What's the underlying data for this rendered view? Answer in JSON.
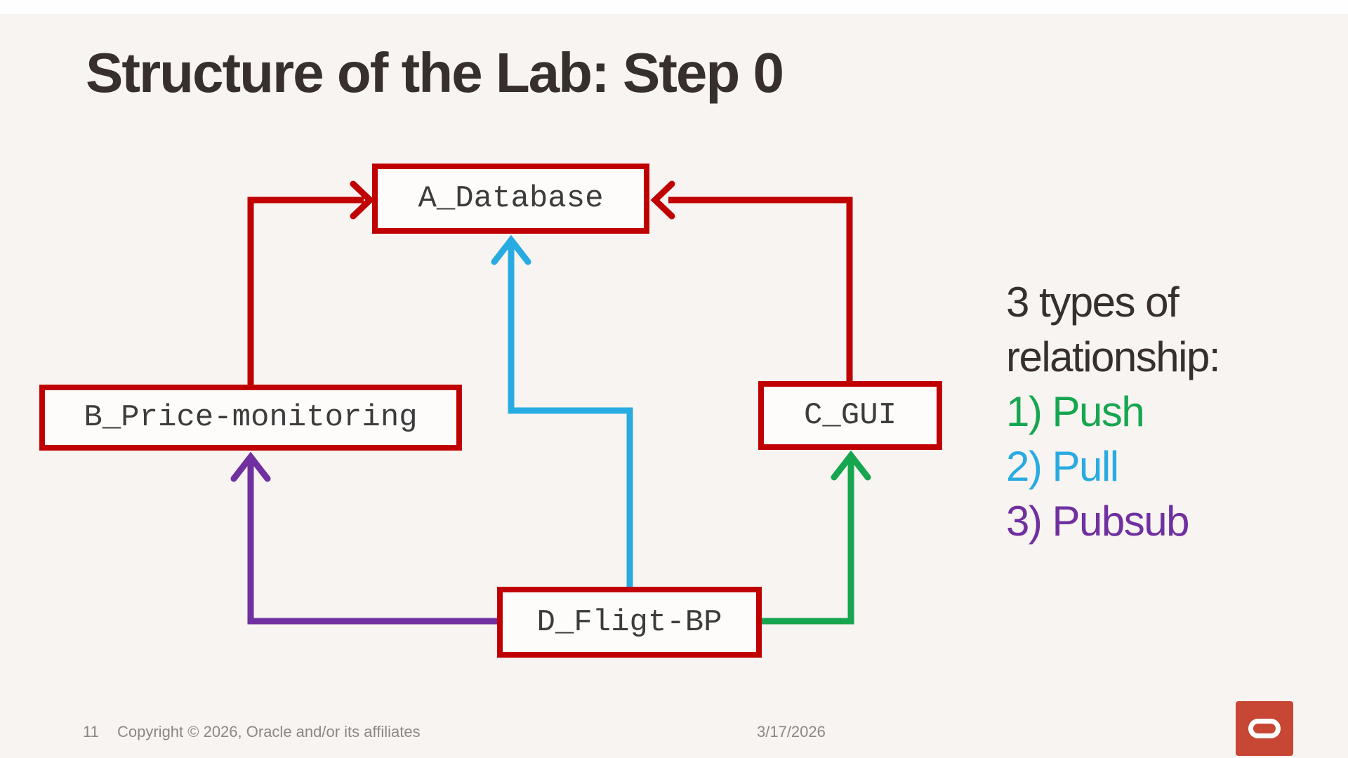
{
  "slide": {
    "title": "Structure of the Lab: Step 0",
    "diagram": {
      "nodes": [
        {
          "id": "A",
          "label": "A_Database"
        },
        {
          "id": "B",
          "label": "B_Price-monitoring"
        },
        {
          "id": "C",
          "label": "C_GUI"
        },
        {
          "id": "D",
          "label": "D_Fligt-BP"
        }
      ],
      "edges": [
        {
          "from": "B",
          "to": "A",
          "color": "#c00000"
        },
        {
          "from": "C",
          "to": "A",
          "color": "#c00000"
        },
        {
          "from": "D",
          "to": "A",
          "color": "#29abe2",
          "type": "Pull"
        },
        {
          "from": "D",
          "to": "B",
          "color": "#7030a0",
          "type": "Pubsub"
        },
        {
          "from": "D",
          "to": "C",
          "color": "#17a650",
          "type": "Push"
        }
      ]
    },
    "legend": {
      "heading_lines": [
        "3 types of",
        "relationship:"
      ],
      "items": [
        {
          "label": "1) Push",
          "color": "#17a650"
        },
        {
          "label": "2) Pull",
          "color": "#29abe2"
        },
        {
          "label": "3) Pubsub",
          "color": "#7030a0"
        }
      ]
    },
    "footer": {
      "page_number": "11",
      "copyright": "Copyright © 2026, Oracle and/or its affiliates",
      "date": "3/17/2026"
    },
    "colors": {
      "background": "#f7f4f1",
      "box_border_red": "#c00000",
      "push_green": "#17a650",
      "pull_blue": "#29abe2",
      "pubsub_purple": "#7030a0",
      "oracle_logo_red": "#c74634",
      "title_text": "#362f2b",
      "footer_text": "#8c8782"
    }
  }
}
